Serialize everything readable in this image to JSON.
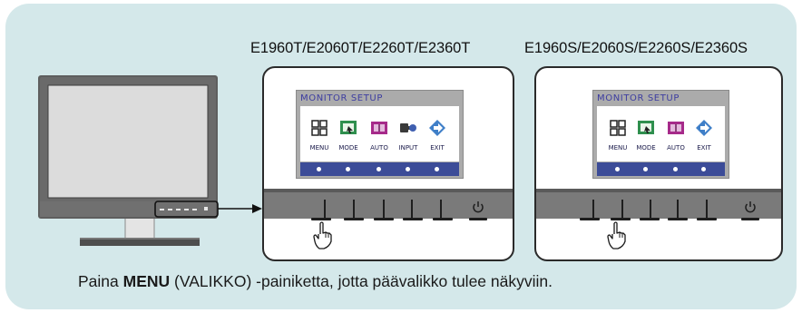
{
  "models": {
    "left_label": "E1960T/E2060T/E2260T/E2360T",
    "right_label": "E1960S/E2060S/E2260S/E2360S"
  },
  "osd": {
    "title": "MONITOR SETUP",
    "left_items": [
      {
        "label": "MENU",
        "icon": "menu-grid-icon"
      },
      {
        "label": "MODE",
        "icon": "mode-window-icon"
      },
      {
        "label": "AUTO",
        "icon": "auto-adjust-icon"
      },
      {
        "label": "INPUT",
        "icon": "input-source-icon"
      },
      {
        "label": "EXIT",
        "icon": "exit-arrow-icon"
      }
    ],
    "right_items": [
      {
        "label": "MENU",
        "icon": "menu-grid-icon"
      },
      {
        "label": "MODE",
        "icon": "mode-window-icon"
      },
      {
        "label": "AUTO",
        "icon": "auto-adjust-icon"
      },
      {
        "label": "EXIT",
        "icon": "exit-arrow-icon"
      }
    ]
  },
  "caption": {
    "before": "Paina ",
    "bold": "MENU",
    "after": " (VALIKKO) -painiketta, jotta päävalikko tulee näkyviin."
  },
  "colors": {
    "panel_background": "#d4e8ea",
    "osd_title": "#3d3da0",
    "osd_button_strip": "#3c4c98",
    "bezel": "#7a7a7a"
  }
}
